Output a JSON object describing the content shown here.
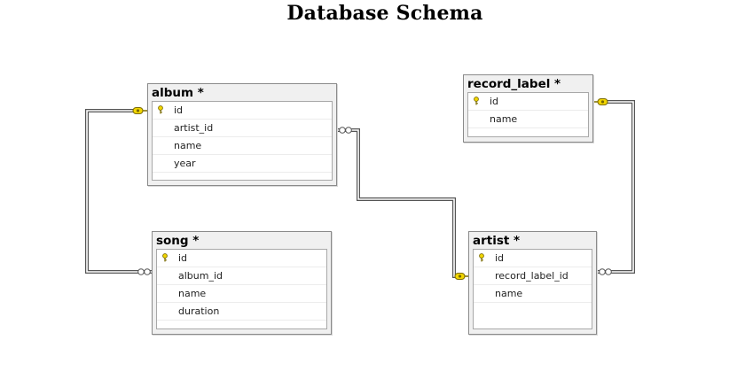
{
  "title": "Database Schema",
  "tables": {
    "album": {
      "name": "album *",
      "columns": [
        {
          "name": "id",
          "pk": true
        },
        {
          "name": "artist_id",
          "pk": false
        },
        {
          "name": "name",
          "pk": false
        },
        {
          "name": "year",
          "pk": false
        }
      ]
    },
    "record_label": {
      "name": "record_label *",
      "columns": [
        {
          "name": "id",
          "pk": true
        },
        {
          "name": "name",
          "pk": false
        }
      ]
    },
    "song": {
      "name": "song *",
      "columns": [
        {
          "name": "id",
          "pk": true
        },
        {
          "name": "album_id",
          "pk": false
        },
        {
          "name": "name",
          "pk": false
        },
        {
          "name": "duration",
          "pk": false
        }
      ]
    },
    "artist": {
      "name": "artist *",
      "columns": [
        {
          "name": "id",
          "pk": true
        },
        {
          "name": "record_label_id",
          "pk": false
        },
        {
          "name": "name",
          "pk": false
        }
      ]
    }
  },
  "relationships": [
    {
      "from_table": "song",
      "from_column": "album_id",
      "to_table": "album",
      "to_column": "id"
    },
    {
      "from_table": "album",
      "from_column": "artist_id",
      "to_table": "artist",
      "to_column": "id"
    },
    {
      "from_table": "artist",
      "from_column": "record_label_id",
      "to_table": "record_label",
      "to_column": "id"
    }
  ],
  "colors": {
    "key_icon": "#f2d600",
    "connector": "#555555"
  }
}
